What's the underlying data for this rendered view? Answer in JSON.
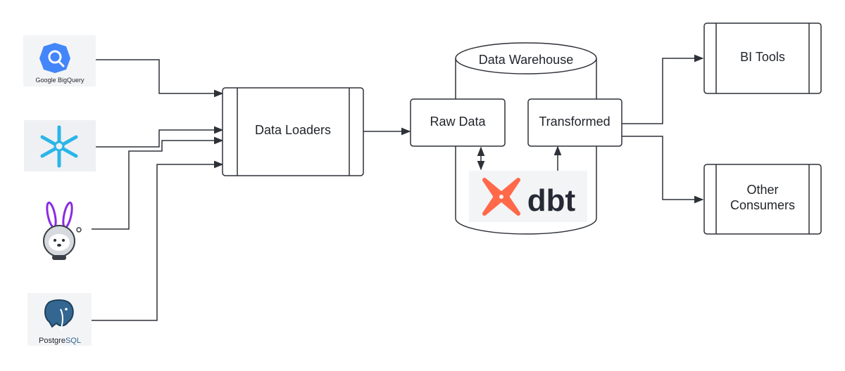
{
  "sources": {
    "bigquery": {
      "caption": "Google BigQuery",
      "icon": "bigquery-icon"
    },
    "snowflake": {
      "icon": "snowflake-icon"
    },
    "airbyte": {
      "icon": "rabbit-astronaut-icon"
    },
    "postgres": {
      "caption_plain": "Postgre",
      "caption_accent": "SQL",
      "icon": "postgresql-elephant-icon"
    }
  },
  "loaders": {
    "label": "Data Loaders"
  },
  "warehouse": {
    "title": "Data Warehouse",
    "raw_label": "Raw Data",
    "transformed_label": "Transformed",
    "dbt": {
      "logo_text": "dbt",
      "icon": "dbt-logo-icon"
    }
  },
  "consumers": {
    "bi_label": "BI Tools",
    "other_label_line1": "Other",
    "other_label_line2": "Consumers"
  },
  "colors": {
    "line": "#2d3138",
    "bigquery_blue": "#4386fa",
    "snowflake_blue": "#29b5e8",
    "dbt_orange": "#ff694a",
    "postgres_blue": "#336791",
    "logo_bg": "#eef0f3"
  }
}
